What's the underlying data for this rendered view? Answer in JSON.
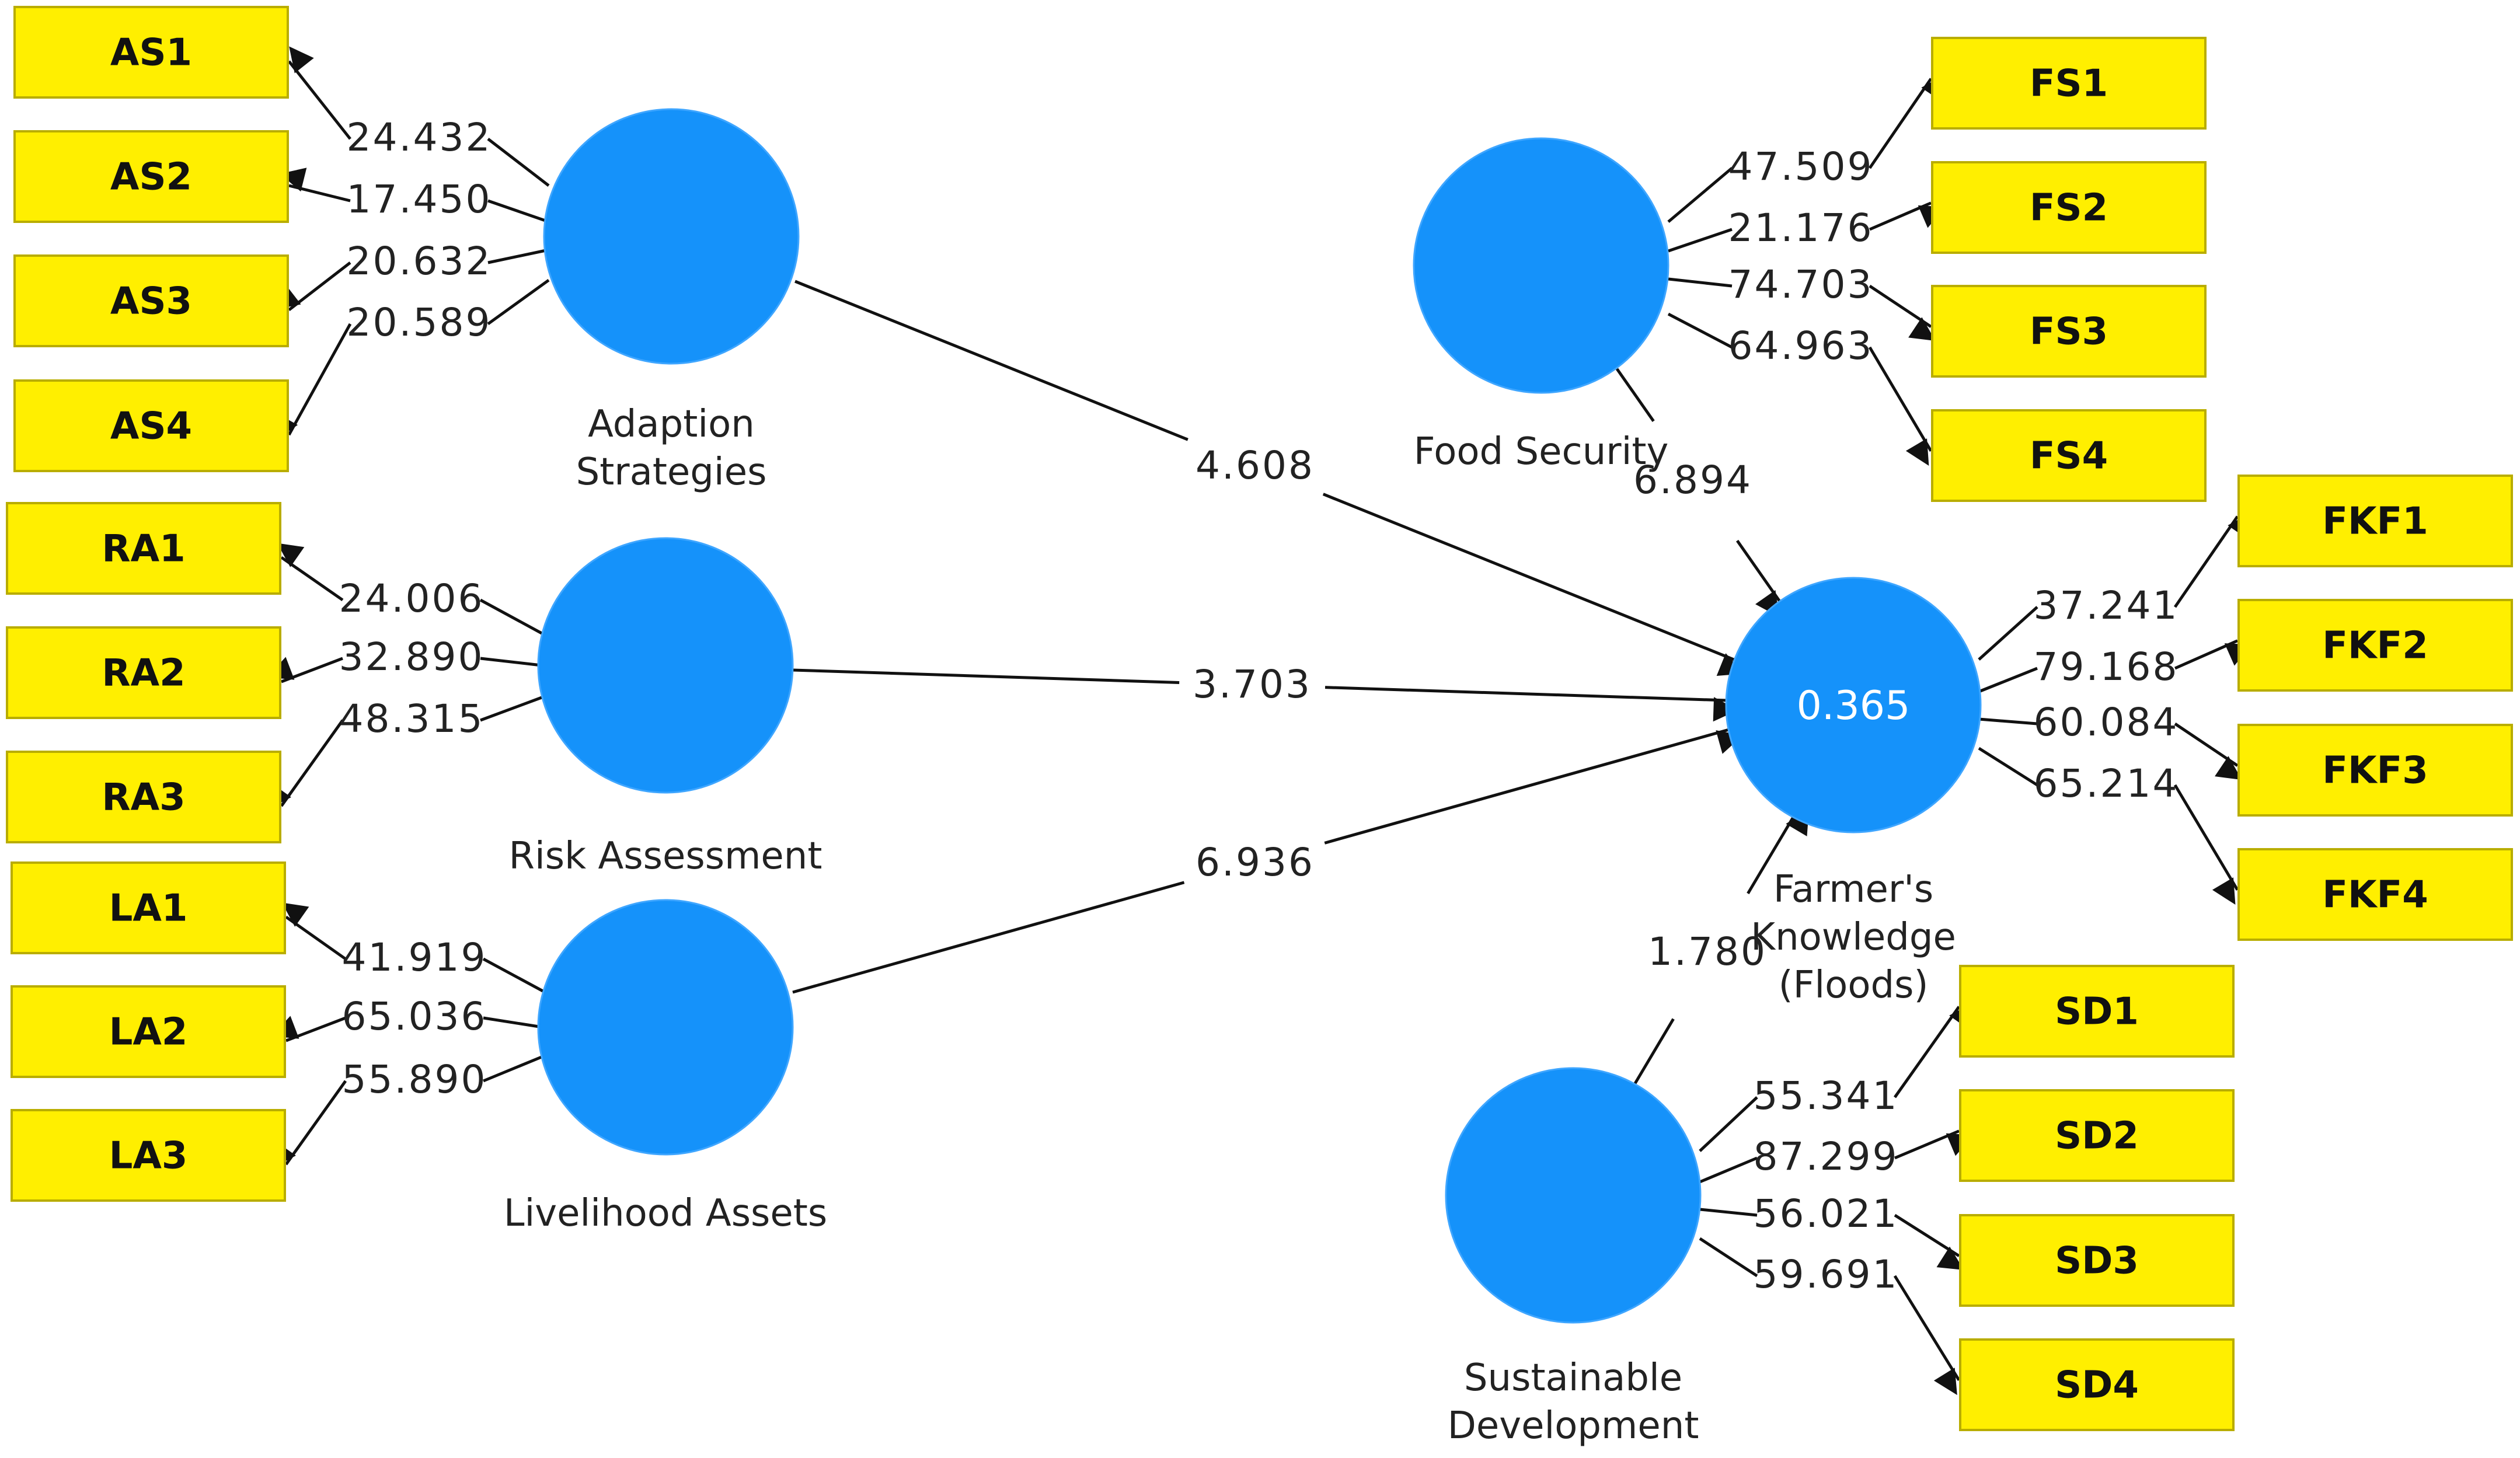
{
  "colors": {
    "latent": "#1592fa",
    "indicator_fill": "#ffef00",
    "indicator_border": "#b9ad00",
    "arrow": "#111111"
  },
  "latent_variables": {
    "adaption_strategies": {
      "label_lines": [
        "Adaption",
        "Strategies"
      ],
      "indicators": [
        {
          "name": "AS1",
          "value": "24.432"
        },
        {
          "name": "AS2",
          "value": "17.450"
        },
        {
          "name": "AS3",
          "value": "20.632"
        },
        {
          "name": "AS4",
          "value": "20.589"
        }
      ]
    },
    "risk_assessment": {
      "label_lines": [
        "Risk Assessment"
      ],
      "indicators": [
        {
          "name": "RA1",
          "value": "24.006"
        },
        {
          "name": "RA2",
          "value": "32.890"
        },
        {
          "name": "RA3",
          "value": "48.315"
        }
      ]
    },
    "livelihood_assets": {
      "label_lines": [
        "Livelihood Assets"
      ],
      "indicators": [
        {
          "name": "LA1",
          "value": "41.919"
        },
        {
          "name": "LA2",
          "value": "65.036"
        },
        {
          "name": "LA3",
          "value": "55.890"
        }
      ]
    },
    "food_security": {
      "label_lines": [
        "Food Security"
      ],
      "indicators": [
        {
          "name": "FS1",
          "value": "47.509"
        },
        {
          "name": "FS2",
          "value": "21.176"
        },
        {
          "name": "FS3",
          "value": "74.703"
        },
        {
          "name": "FS4",
          "value": "64.963"
        }
      ]
    },
    "farmers_knowledge": {
      "label_lines": [
        "Farmer's",
        "Knowledge",
        "(Floods)"
      ],
      "r_squared": "0.365",
      "indicators": [
        {
          "name": "FKF1",
          "value": "37.241"
        },
        {
          "name": "FKF2",
          "value": "79.168"
        },
        {
          "name": "FKF3",
          "value": "60.084"
        },
        {
          "name": "FKF4",
          "value": "65.214"
        }
      ]
    },
    "sustainable_development": {
      "label_lines": [
        "Sustainable",
        "Development"
      ],
      "indicators": [
        {
          "name": "SD1",
          "value": "55.341"
        },
        {
          "name": "SD2",
          "value": "87.299"
        },
        {
          "name": "SD3",
          "value": "56.021"
        },
        {
          "name": "SD4",
          "value": "59.691"
        }
      ]
    }
  },
  "paths": [
    {
      "from": "adaption_strategies",
      "to": "farmers_knowledge",
      "value": "4.608"
    },
    {
      "from": "risk_assessment",
      "to": "farmers_knowledge",
      "value": "3.703"
    },
    {
      "from": "livelihood_assets",
      "to": "farmers_knowledge",
      "value": "6.936"
    },
    {
      "from": "food_security",
      "to": "farmers_knowledge",
      "value": "6.894"
    },
    {
      "from": "sustainable_development",
      "to": "farmers_knowledge",
      "value": "1.780"
    }
  ]
}
